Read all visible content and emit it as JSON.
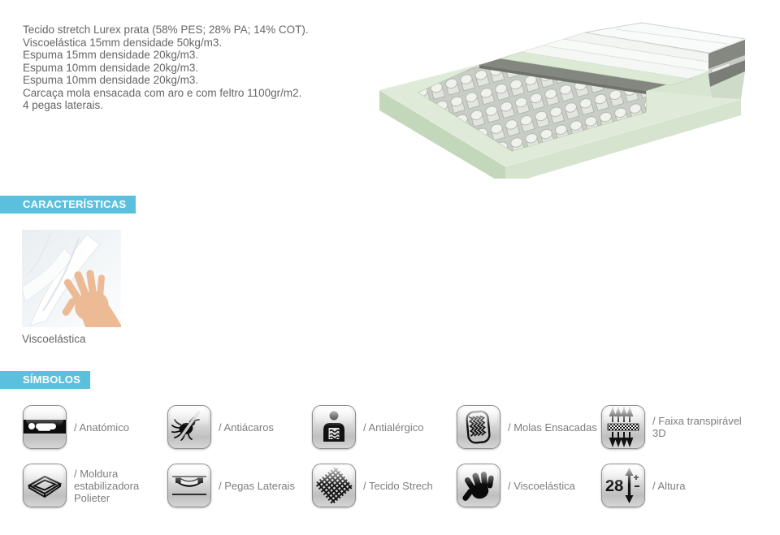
{
  "colors": {
    "accent_header_bg": "#5bc0de",
    "header_text": "#ffffff",
    "body_text": "#666666",
    "label_text": "#7d7d7d"
  },
  "description": {
    "lines": [
      "Tecido stretch Lurex prata (58% PES; 28% PA; 14% COT).",
      "Viscoelástica 15mm densidade 50kg/m3.",
      "Espuma 15mm densidade 20kg/m3.",
      "Espuma 10mm densidade 20kg/m3.",
      "Espuma 10mm densidade 20kg/m3.",
      "Carcaça mola ensacada com aro e com feltro 1100gr/m2.",
      "4 pegas laterais."
    ]
  },
  "illustration": {
    "name": "mattress-cutaway-3d"
  },
  "sections": {
    "caracteristicas": {
      "title": "CARACTERÍSTICAS"
    },
    "simbolos": {
      "title": "SÍMBOLOS"
    }
  },
  "caracteristicas": {
    "items": [
      {
        "image": "hand-pressing-memory-foam-photo",
        "label": "Viscoelástica"
      }
    ]
  },
  "simbolos": {
    "items": [
      {
        "icon": "anatomic-body-icon",
        "label": "/ Anatómico"
      },
      {
        "icon": "anti-dustmite-icon",
        "label": "/ Antiácaros"
      },
      {
        "icon": "anti-allergic-icon",
        "label": "/ Antialérgico"
      },
      {
        "icon": "pocket-springs-icon",
        "label": "/ Molas Ensacadas"
      },
      {
        "icon": "breathable-3d-band-icon",
        "label": "/ Faixa transpirável 3D"
      },
      {
        "icon": "stabilizing-frame-icon",
        "label": "/ Moldura estabilizadora Polieter"
      },
      {
        "icon": "side-handles-icon",
        "label": "/ Pegas Laterais"
      },
      {
        "icon": "stretch-fabric-icon",
        "label": "/ Tecido Strech"
      },
      {
        "icon": "viscoelastic-hand-icon",
        "label": "/ Viscoelástica"
      },
      {
        "icon": "height-28-icon",
        "label": "/ Altura",
        "height_value": "28"
      }
    ]
  }
}
